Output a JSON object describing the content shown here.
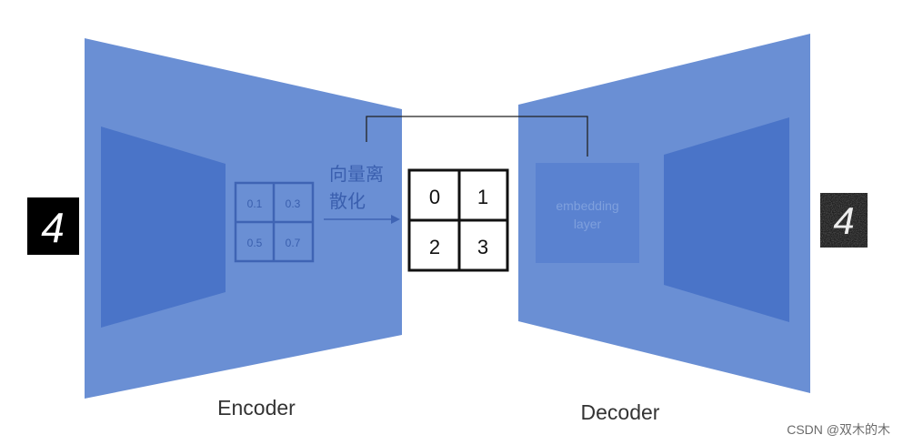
{
  "encoder": {
    "label": "Encoder",
    "latent_values": [
      "0.1",
      "0.3",
      "0.5",
      "0.7"
    ]
  },
  "quantization": {
    "arrow_label_line1": "向量离",
    "arrow_label_line2": "散化"
  },
  "codebook": {
    "indices": [
      "0",
      "1",
      "2",
      "3"
    ]
  },
  "decoder": {
    "label": "Decoder",
    "embedding_line1": "embedding",
    "embedding_line2": "layer"
  },
  "digits": {
    "input": "4",
    "output": "4"
  },
  "watermark": "CSDN @双木的木",
  "colors": {
    "trapezoid_fill": "#6a8fd4",
    "inner_fill": "#4a74c8",
    "grid_stroke": "#3f64b4",
    "codebook_stroke": "#111111",
    "background": "#ffffff"
  }
}
